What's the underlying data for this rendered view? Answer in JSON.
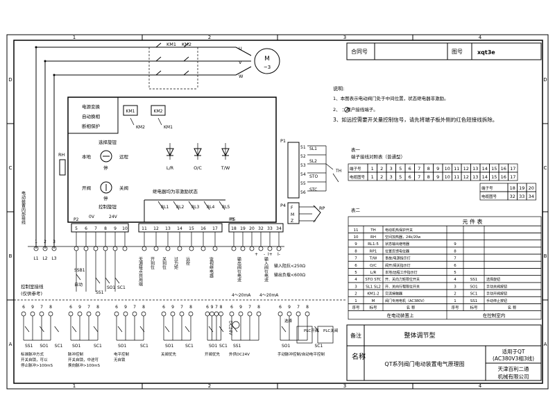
{
  "frame": {
    "col_marks": [
      "1",
      "2",
      "3",
      "4"
    ],
    "row_marks": [
      "D",
      "C",
      "B",
      "A"
    ]
  },
  "title_block": {
    "contract_label": "合同号",
    "drawing_no_label": "图号",
    "drawing_no": "xqt3e",
    "remark_label": "备注",
    "remark_value": "整体调节型",
    "name_label": "名称",
    "drawing_name": "QT系列阀门电动装置电气原理图",
    "applicable": [
      "适用于QT",
      "(AC380V3相3线)"
    ],
    "company": [
      "天津百利二通",
      "机械有限公司"
    ]
  },
  "notes": {
    "heading": "说明:",
    "items": [
      "1、本图表示电动阀门处于中间位置，状态继电器非激励。",
      "2、  ：用户接线端子。",
      "3、如远控需要开关量控制信号，请先将端子板外侧的红色短接线拆除。"
    ]
  },
  "terminal_table": {
    "title": [
      "表一",
      "端子接线对照表（普通型）"
    ],
    "row1_label": "端子号",
    "row1_values": [
      "1",
      "2",
      "3",
      "5",
      "6",
      "7",
      "8",
      "9",
      "10",
      "11",
      "12",
      "13",
      "14",
      "15",
      "16",
      "17"
    ],
    "row2_label": "电缆图号",
    "row2_values": [
      "1",
      "2",
      "3",
      "5",
      "6",
      "7",
      "8",
      "9",
      "10",
      "11",
      "12",
      "13",
      "14",
      "15",
      "16",
      "17"
    ],
    "extra_rows": [
      {
        "label": "端子号",
        "values": [
          "18",
          "19",
          "20"
        ]
      },
      {
        "label": "电缆图号",
        "values": [
          "32",
          "33",
          "34"
        ]
      }
    ]
  },
  "component_table": {
    "title": "表二",
    "header": "元   件   表",
    "left_rows": [
      [
        "11",
        "TH",
        "电动机热保护开关"
      ],
      [
        "10",
        "RH",
        "空间加热器，24k/20w"
      ],
      [
        "9",
        "RL1-5",
        "状态输出继电器"
      ],
      [
        "8",
        "RP1",
        "位置反馈电位器"
      ],
      [
        "7",
        "T/W",
        "事故/电源指示灯"
      ],
      [
        "6",
        "O/C",
        "阀开/阀关指示灯"
      ],
      [
        "5",
        "L/R",
        "本地/远程工作指示灯"
      ],
      [
        "4",
        "STO STC",
        "开、关向力矩限位开关"
      ],
      [
        "3",
        "SL1 SL2",
        "开、关向行程限位开关"
      ],
      [
        "2",
        "KM1-2",
        "交流接触器"
      ],
      [
        "1",
        "M",
        "阀门专用电机（AC380V）"
      ]
    ],
    "right_rows": [
      [
        "9",
        "",
        ""
      ],
      [
        "8",
        "",
        ""
      ],
      [
        "7",
        "",
        ""
      ],
      [
        "6",
        "",
        ""
      ],
      [
        "5",
        "",
        ""
      ],
      [
        "4",
        "SS1",
        "选择旋钮"
      ],
      [
        "3",
        "SO1",
        "手动关阀按钮"
      ],
      [
        "2",
        "SC1",
        "手动开阀按钮"
      ],
      [
        "1",
        "SS1",
        "手动停止按钮"
      ]
    ],
    "col_headers_left": [
      "序号",
      "标号",
      "名    称"
    ],
    "col_headers_right": [
      "序号",
      "标号",
      "名    称"
    ],
    "footer_left": "在电动装置上",
    "footer_right": "在控制室内"
  },
  "schematic": {
    "contactor_top": [
      "KM1",
      "KM2"
    ],
    "phases": [
      "U",
      "V",
      "W"
    ],
    "motor": [
      "M",
      "~3"
    ],
    "protection_box": [
      "电源变换",
      "自动换相",
      "断相保护"
    ],
    "relay_boxes": [
      "KM1",
      "KM2"
    ],
    "relay_contacts": [
      "KM2",
      "KM1"
    ],
    "heater": "RH",
    "selector_title": "选择旋钮",
    "selector_local": "本地",
    "selector_remote": "远程",
    "selector_stop": "停",
    "control_open": "开阀",
    "control_close": "关阀",
    "control_stop": "停",
    "control_title": "控制旋钮",
    "lamps": [
      "L/R",
      "O/C",
      "T/W"
    ],
    "relay_state_title": "继电器均为非激励状态",
    "relays": [
      "RL1",
      "RL2",
      "RL3",
      "RL4",
      "RL5"
    ],
    "p1_label": "P1",
    "p1_pins": [
      "51",
      "52",
      "53",
      "54",
      "55",
      "56"
    ],
    "switches": [
      "SL1",
      "SL2",
      "STO",
      "STC"
    ],
    "th": "TH",
    "p4_label": "P4",
    "p4_pins": [
      "F",
      "M",
      "Z"
    ],
    "rp": "RP",
    "p2_label": "P2",
    "p2_v": [
      "0V",
      "24V"
    ],
    "p2_pins": [
      "5",
      "6",
      "7",
      "8",
      "9",
      "10"
    ],
    "p3_label": "P3",
    "p3_pins": [
      "11",
      "12",
      "13",
      "14",
      "15",
      "16",
      "17"
    ],
    "p5_label": "P5",
    "p5_pins": [
      "18",
      "19",
      "20",
      "32",
      "33",
      "34"
    ],
    "p5_signs": [
      "+",
      "-",
      "I+",
      "I-"
    ],
    "main_terminals": [
      "1",
      "2",
      "3"
    ],
    "line_labels": [
      "L1",
      "L2",
      "L3"
    ],
    "side_label": "电动装置内部接线",
    "field_label": [
      "控制室接线",
      "(仅供参考)"
    ],
    "relay_output_labels": [
      "无源接点共用端",
      "开到位",
      "关到位",
      "过力矩",
      "远控",
      "监视继电器"
    ],
    "analog_labels": [
      "输出阀位电流",
      "输入阀位电流"
    ],
    "analog_range": [
      "4～20mA",
      "4～20mA"
    ],
    "impedance": [
      "输入阻抗<250Ω",
      "输出负载<600Ω"
    ],
    "p2_switch_labels": [
      "SSB1",
      "自动",
      "SS1",
      "SO1",
      "SC1"
    ],
    "bottom_panels": [
      {
        "terms": [
          "6",
          "9",
          "7",
          "8"
        ],
        "buttons": [
          "SS1",
          "SO1",
          "SC1"
        ],
        "caption": [
          "标准脉冲方式",
          "开关自锁，可以",
          "停止脉冲>100mS"
        ]
      },
      {
        "terms": [
          "6",
          "9",
          "7",
          "8"
        ],
        "buttons": [
          "SO1",
          "SC1"
        ],
        "caption": [
          "脉冲控制",
          "开关自锁，中途可",
          "换向脉冲>100mS"
        ]
      },
      {
        "terms": [
          "6",
          "9",
          "7",
          "8"
        ],
        "buttons": [
          "SO1",
          "SC1"
        ],
        "caption": [
          "电平控制",
          "无自锁"
        ]
      },
      {
        "terms": [
          "6",
          "9",
          "7",
          "8"
        ],
        "buttons": [
          "SO1",
          "SC1"
        ],
        "caption": [
          "关阀优先"
        ]
      },
      {
        "terms": [
          "6",
          "9",
          "7",
          "8"
        ],
        "buttons": [
          "SO1",
          "SC1"
        ],
        "caption": [
          "开阀优先"
        ]
      },
      {
        "terms": [
          "6",
          "9",
          "7",
          "8"
        ],
        "buttons": [
          "SS1"
        ],
        "caption": [
          "外供DC24V"
        ],
        "supply": "DC24V"
      },
      {
        "terms": [
          "6",
          "9",
          "7",
          "8"
        ],
        "buttons": [
          "SO1",
          "SC1"
        ],
        "caption": [
          "手动脉冲控制/自动电平控制"
        ],
        "extra": [
          "选择",
          "PLC开阀",
          "PLC关阀"
        ]
      }
    ]
  }
}
